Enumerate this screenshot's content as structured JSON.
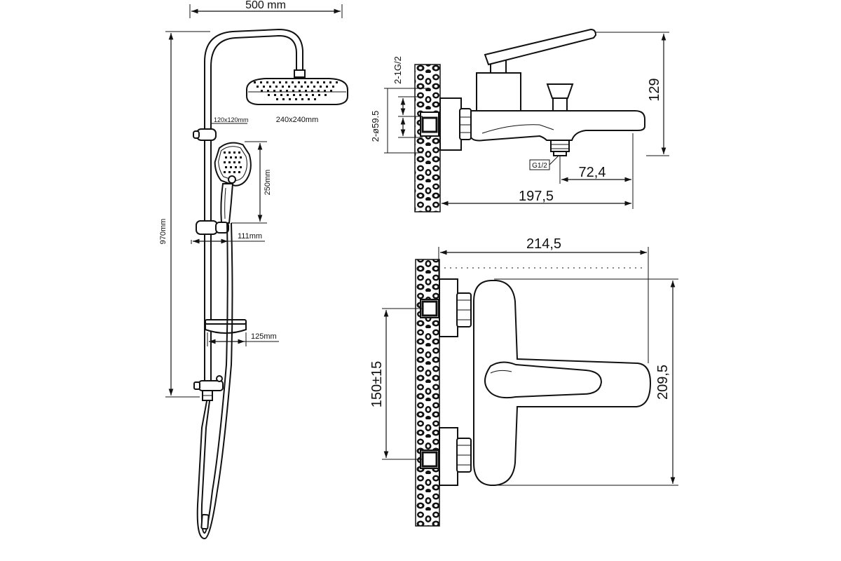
{
  "shower_set": {
    "width_label": "500 mm",
    "height_label": "970mm",
    "overhead_head_label": "240x240mm",
    "bracket_label": "120x120mm",
    "hand_shower_length_label": "250mm",
    "slider_offset_label": "111mm",
    "soap_dish_offset_label": "125mm"
  },
  "mixer_side": {
    "height_label": "129",
    "thread_top_label": "2-1G/2",
    "diameter_label": "2-ø59.5",
    "spout_thread_label": "G1/2",
    "spout_offset_label": "72,4",
    "depth_label": "197,5"
  },
  "mixer_top": {
    "width_label": "214,5",
    "spacing_label": "150±15",
    "height_label": "209,5"
  },
  "colors": {
    "line": "#111111",
    "background": "#ffffff"
  }
}
